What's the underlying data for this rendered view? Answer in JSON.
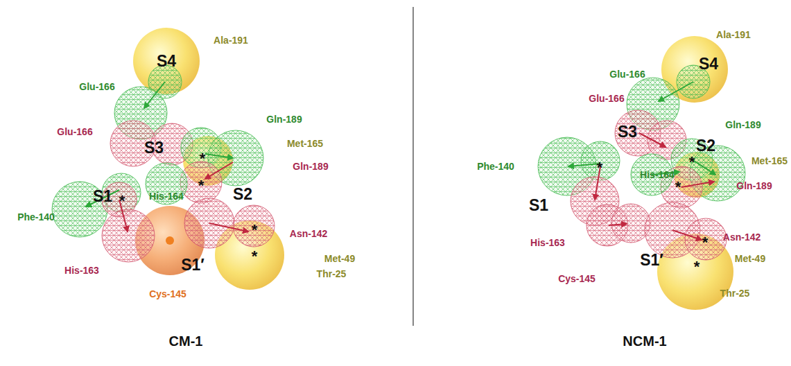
{
  "diagram": {
    "labels": [
      "Ala-191",
      "S4",
      "Glu-166",
      "Glu-166",
      "S3",
      "Gln-189",
      "Met-165",
      "Gln-189",
      "S2",
      "Phe-140",
      "S1",
      "His-164",
      "Asn-142",
      "Met-49",
      "Thr-25",
      "His-163",
      "S1′",
      "Cys-145",
      "CM-1",
      "*",
      "*",
      "*",
      "*",
      "*",
      "Ala-191",
      "S4",
      "Glu-166",
      "Glu-166",
      "S3",
      "Gln-189",
      "S2",
      "Met-165",
      "Gln-189",
      "Phe-140",
      "His-164",
      "S1",
      "His-163",
      "Asn-142",
      "Cys-145",
      "S1′",
      "Met-49",
      "Thr-25",
      "NCM-1",
      "*",
      "*",
      "*",
      "*",
      "*"
    ]
  }
}
